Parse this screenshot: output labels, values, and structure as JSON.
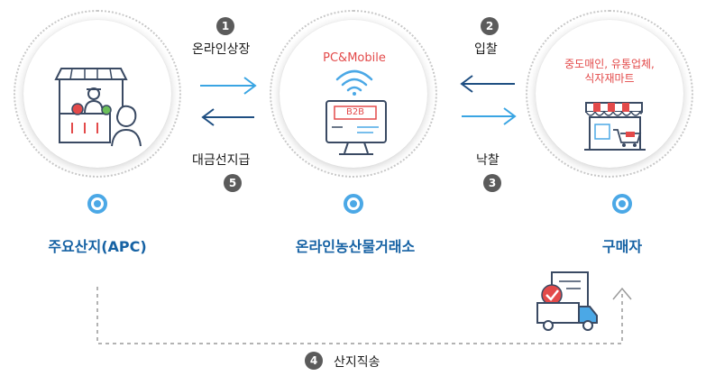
{
  "nodes": {
    "apc": {
      "label": "주요산지(APC)"
    },
    "exchange": {
      "label": "온라인농산물거래소",
      "platform": "PC&Mobile",
      "screen_text": "B2B"
    },
    "buyer": {
      "label": "구매자",
      "types_line1": "중도매인, 유통업체,",
      "types_line2": "식자재마트"
    }
  },
  "steps": [
    {
      "number": "1",
      "label": "온라인상장"
    },
    {
      "number": "2",
      "label": "입찰"
    },
    {
      "number": "3",
      "label": "낙찰"
    },
    {
      "number": "4",
      "label": "산지직송"
    },
    {
      "number": "5",
      "label": "대금선지급"
    }
  ],
  "colors": {
    "label_blue": "#1662a4",
    "accent_red": "#e34a4a",
    "light_blue_arrow": "#3aa5e3",
    "dark_blue_arrow": "#1f4f82",
    "badge_gray": "#5b5b5b",
    "dotted_gray": "#c8c8c8"
  }
}
